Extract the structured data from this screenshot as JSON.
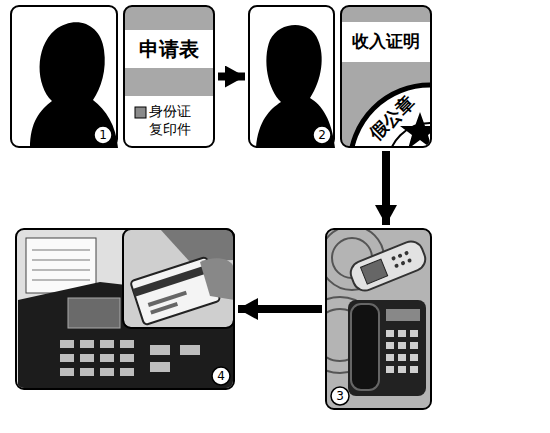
{
  "diagram": {
    "nodes": [
      {
        "text": [
          "1"
        ]
      },
      {
        "text": [
          "申请表",
          "身份证 复印件"
        ]
      },
      {
        "text": [
          "2"
        ]
      },
      {
        "text": [
          "收入证明",
          "假公章"
        ]
      },
      {
        "text": [
          "3"
        ]
      },
      {
        "text": [
          "4"
        ]
      }
    ],
    "edges": [
      {
        "from": 1,
        "to": 2,
        "arrow": "to"
      },
      {
        "from": 3,
        "to": 4,
        "arrow": "to"
      },
      {
        "from": 4,
        "to": 5,
        "arrow": "to"
      }
    ]
  }
}
